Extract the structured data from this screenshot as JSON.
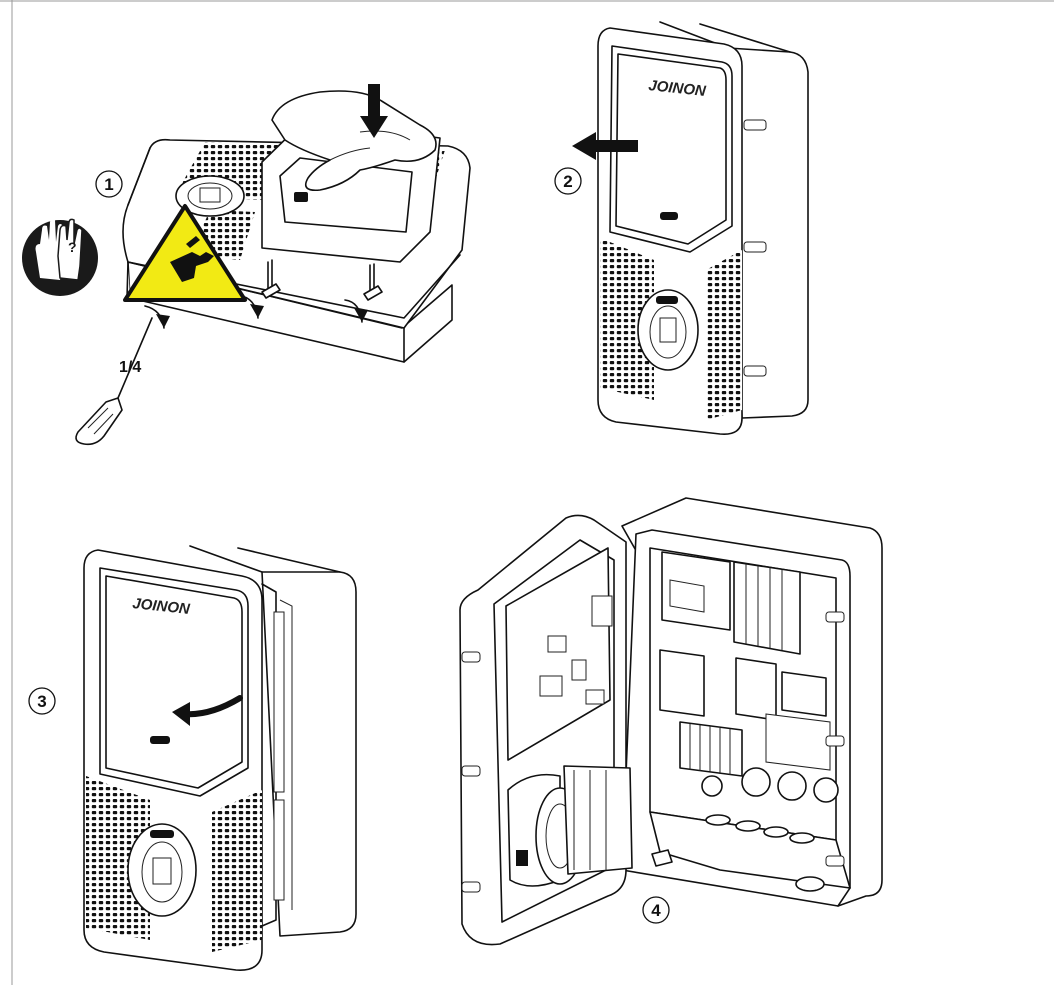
{
  "steps": {
    "one": "1",
    "two": "2",
    "three": "3",
    "four": "4"
  },
  "screw_turn_label": "1/4",
  "icons": {
    "gloves": "protective-gloves-icon",
    "warning": "hand-cut-hazard-warning-icon",
    "push": "arrow-down-icon",
    "slide": "arrow-left-icon",
    "swing": "curved-arrow-icon"
  },
  "colors": {
    "warning_fill": "#f2ea14",
    "line": "#111111",
    "badge": "#1a1a1a"
  }
}
